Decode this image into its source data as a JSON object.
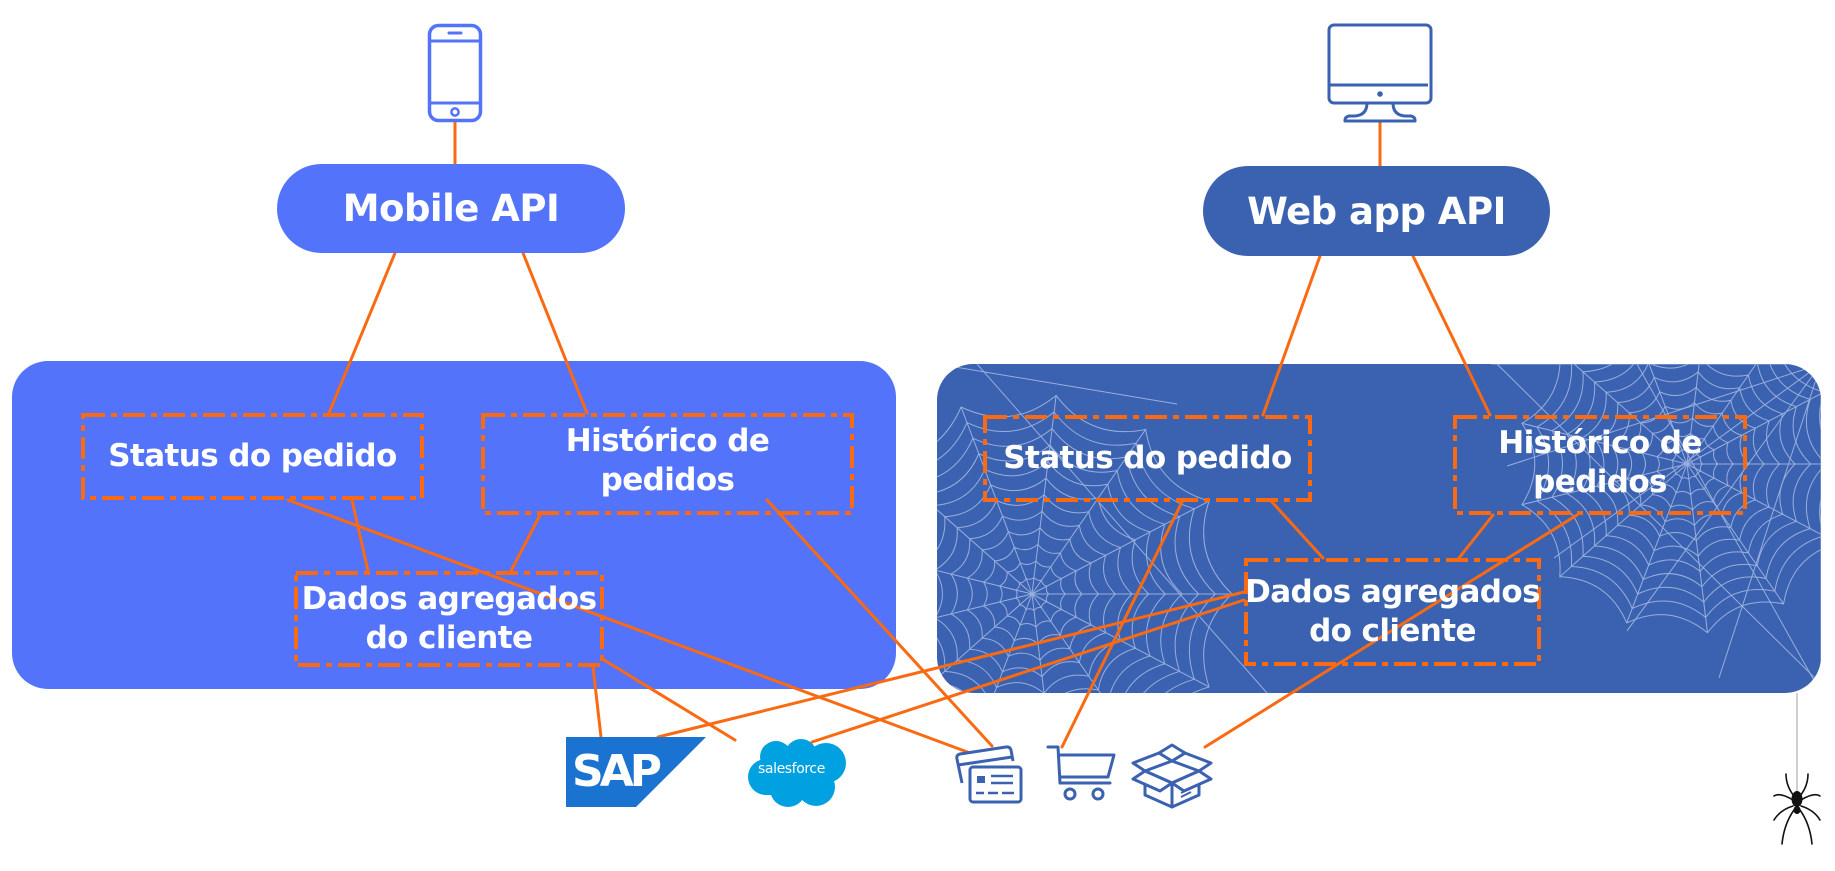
{
  "clients": {
    "mobile": {
      "icon": "smartphone-icon",
      "api_label": "Mobile API"
    },
    "web": {
      "icon": "desktop-monitor-icon",
      "api_label": "Web app API"
    }
  },
  "panels": {
    "mobile": {
      "nodes": {
        "status": {
          "label": "Status do pedido"
        },
        "history": {
          "label_line1": "Histórico de",
          "label_line2": "pedidos"
        },
        "customer": {
          "label_line1": "Dados agregados",
          "label_line2": "do cliente"
        }
      }
    },
    "web": {
      "decoration": "spider-web-pattern",
      "nodes": {
        "status": {
          "label": "Status do pedido"
        },
        "history": {
          "label_line1": "Histórico de",
          "label_line2": "pedidos"
        },
        "customer": {
          "label_line1": "Dados agregados",
          "label_line2": "do cliente"
        }
      }
    }
  },
  "backends": [
    {
      "id": "sap",
      "label": "SAP",
      "icon": "sap-logo"
    },
    {
      "id": "salesforce",
      "label": "salesforce",
      "icon": "salesforce-logo"
    },
    {
      "id": "payments",
      "label": "",
      "icon": "credit-cards-icon"
    },
    {
      "id": "cart",
      "label": "",
      "icon": "shopping-cart-icon"
    },
    {
      "id": "shipping",
      "label": "",
      "icon": "open-box-icon"
    }
  ],
  "decorations": {
    "spider": "hanging-spider-icon"
  },
  "colors": {
    "mobile_blue": "#5373fb",
    "web_blue": "#3b62b0",
    "connector_orange": "#f96a12",
    "sap_blue": "#1a73d0",
    "salesforce_blue": "#00a1e0",
    "icon_blue": "#3b62b0"
  }
}
